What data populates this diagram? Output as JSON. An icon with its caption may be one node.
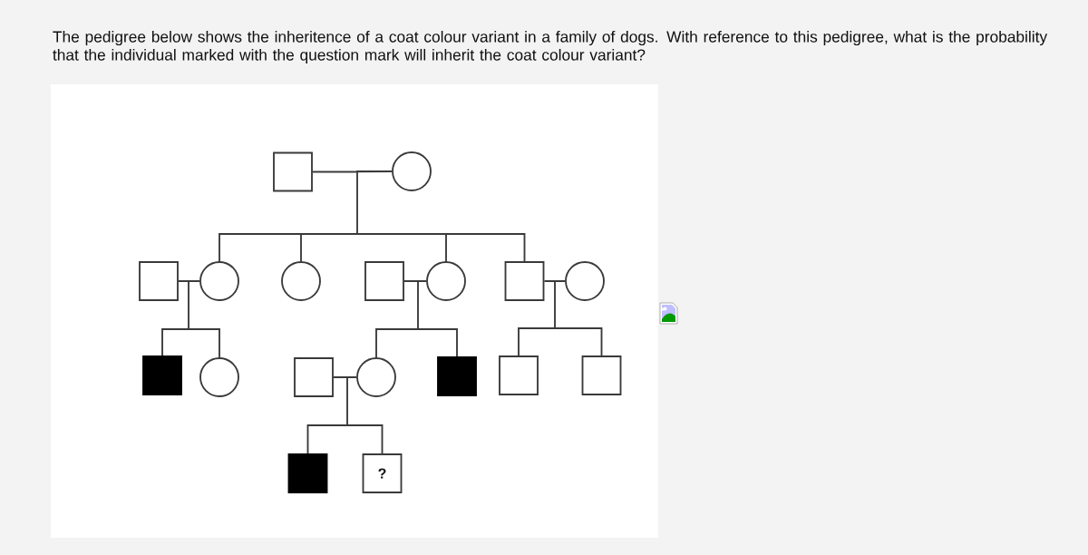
{
  "diagram": {
    "title": "The pedigree below shows the inheritence of a coat colour variant in a family of dogs. With reference to this pedigree, what is the probability that the individual marked with the question mark will inherit the coat colour variant?",
    "nodes": [
      {
        "text": [],
        "shape": "square"
      },
      {
        "text": [],
        "shape": "circle"
      },
      {
        "text": [],
        "shape": "square"
      },
      {
        "text": [],
        "shape": "circle"
      },
      {
        "text": [],
        "shape": "circle"
      },
      {
        "text": [],
        "shape": "square"
      },
      {
        "text": [],
        "shape": "circle"
      },
      {
        "text": [],
        "shape": "square"
      },
      {
        "text": [],
        "shape": "circle"
      },
      {
        "text": [],
        "shape": "filled-square"
      },
      {
        "text": [],
        "shape": "circle"
      },
      {
        "text": [],
        "shape": "square"
      },
      {
        "text": [],
        "shape": "circle"
      },
      {
        "text": [],
        "shape": "filled-square"
      },
      {
        "text": [],
        "shape": "square"
      },
      {
        "text": [],
        "shape": "square"
      },
      {
        "text": [],
        "shape": "filled-square"
      },
      {
        "text": [
          "?"
        ]
      }
    ],
    "edges": [
      {
        "from": 0,
        "to": 1,
        "arrow": "none"
      },
      {
        "from": 0,
        "to": 3,
        "arrow": "none"
      },
      {
        "from": 1,
        "to": 3,
        "arrow": "none"
      },
      {
        "from": 0,
        "to": 4,
        "arrow": "none"
      },
      {
        "from": 1,
        "to": 4,
        "arrow": "none"
      },
      {
        "from": 0,
        "to": 6,
        "arrow": "none"
      },
      {
        "from": 1,
        "to": 6,
        "arrow": "none"
      },
      {
        "from": 0,
        "to": 7,
        "arrow": "none"
      },
      {
        "from": 1,
        "to": 7,
        "arrow": "none"
      },
      {
        "from": 2,
        "to": 3,
        "arrow": "none"
      },
      {
        "from": 2,
        "to": 9,
        "arrow": "none"
      },
      {
        "from": 3,
        "to": 9,
        "arrow": "none"
      },
      {
        "from": 2,
        "to": 10,
        "arrow": "none"
      },
      {
        "from": 3,
        "to": 10,
        "arrow": "none"
      },
      {
        "from": 5,
        "to": 6,
        "arrow": "none"
      },
      {
        "from": 5,
        "to": 12,
        "arrow": "none"
      },
      {
        "from": 6,
        "to": 12,
        "arrow": "none"
      },
      {
        "from": 5,
        "to": 13,
        "arrow": "none"
      },
      {
        "from": 6,
        "to": 13,
        "arrow": "none"
      },
      {
        "from": 7,
        "to": 8,
        "arrow": "none"
      },
      {
        "from": 7,
        "to": 14,
        "arrow": "none"
      },
      {
        "from": 8,
        "to": 14,
        "arrow": "none"
      },
      {
        "from": 7,
        "to": 15,
        "arrow": "none"
      },
      {
        "from": 8,
        "to": 15,
        "arrow": "none"
      },
      {
        "from": 11,
        "to": 12,
        "arrow": "none"
      },
      {
        "from": 11,
        "to": 16,
        "arrow": "none"
      },
      {
        "from": 12,
        "to": 16,
        "arrow": "none"
      },
      {
        "from": 11,
        "to": 17,
        "arrow": "none"
      },
      {
        "from": 12,
        "to": 17,
        "arrow": "none"
      }
    ]
  }
}
